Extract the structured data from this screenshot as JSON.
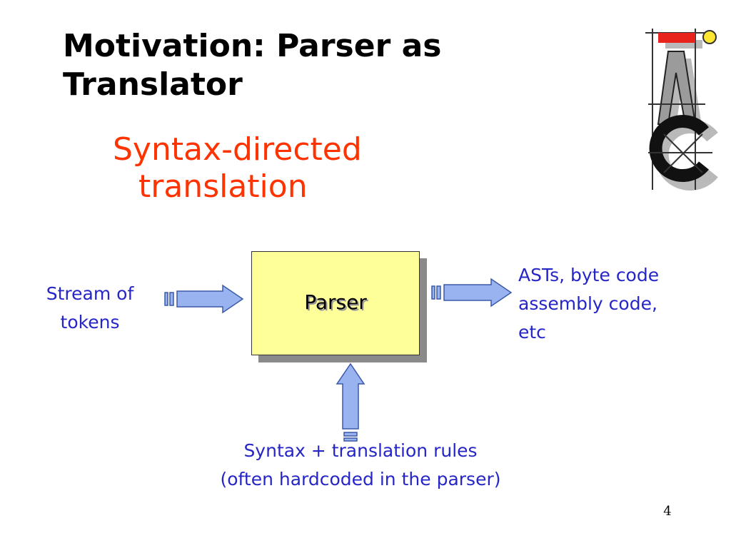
{
  "slide": {
    "title_line1": "Motivation: Parser as",
    "title_line2": "Translator",
    "subtitle_line1": "Syntax-directed",
    "subtitle_line2": "translation",
    "page_number": "4"
  },
  "diagram": {
    "input_line1": "Stream of",
    "input_line2": "tokens",
    "process": "Parser",
    "output_line1": "ASTs, byte code",
    "output_line2": "assembly code,",
    "output_line3": "etc",
    "rules_line1": "Syntax + translation rules",
    "rules_line2": "(often hardcoded in the parser)"
  },
  "colors": {
    "title": "#000000",
    "subtitle": "#ff3300",
    "label": "#2626c8",
    "box_fill": "#ffff99",
    "arrow_fill": "#99b3f0",
    "arrow_stroke": "#3a5aa8"
  },
  "logo": {
    "icon": "iaic-logo-icon"
  }
}
